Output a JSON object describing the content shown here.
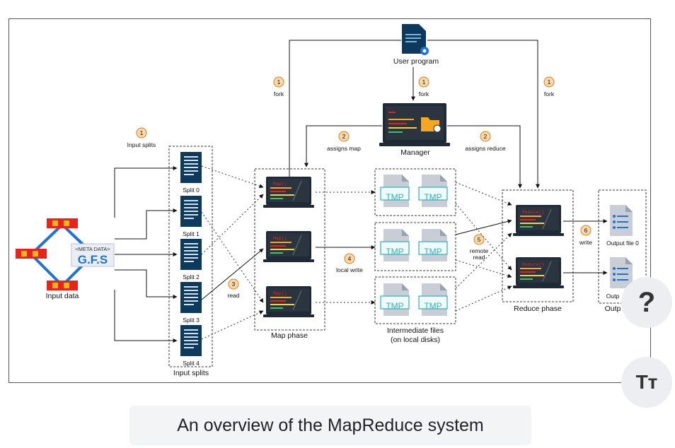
{
  "labels": {
    "user_program": "User program",
    "manager": "Manager",
    "input_data": "Input data",
    "gfs_meta": "<META DATA>",
    "gfs": "G.F.S",
    "input_splits_top": "Input splits",
    "input_splits_bottom": "Input splits",
    "splits": [
      "Split 0",
      "Split 1",
      "Split 2",
      "Split 3",
      "Split 4"
    ],
    "map_phase": "Map phase",
    "reduce_phase": "Reduce phase",
    "intermediate_1": "Intermediate files",
    "intermediate_2": "(on local disks)",
    "tmp": "TMP",
    "map_fn": "Map()",
    "reduce_fn": "Reduce()",
    "output_file_0": "Output file 0",
    "output_file_1": "Outp",
    "output_partial": "Outp"
  },
  "steps": {
    "fork_left": {
      "num": "1",
      "text": "fork"
    },
    "fork_center": {
      "num": "1",
      "text": "fork"
    },
    "fork_right": {
      "num": "1",
      "text": "fork"
    },
    "input_splits": {
      "num": "1",
      "text": "Input splits"
    },
    "assigns_map": {
      "num": "2",
      "text": "assigns map"
    },
    "assigns_reduce": {
      "num": "2",
      "text": "assigns reduce"
    },
    "read": {
      "num": "3",
      "text": "read"
    },
    "local_write": {
      "num": "4",
      "text": "local write"
    },
    "remote_read": {
      "num": "5",
      "text1": "remote",
      "text2": "read"
    },
    "write": {
      "num": "6",
      "text": "write"
    }
  },
  "caption": "An overview of the MapReduce system",
  "buttons": {
    "help": "?",
    "text_size": "Tт"
  },
  "colors": {
    "accent_orange": "#f5a623",
    "server_navy": "#0d3a5c",
    "gfs_blue": "#1e73d6",
    "node_red": "#e8231b",
    "node_yellow": "#f4b31a",
    "tmp_teal": "#2bb3b5"
  }
}
